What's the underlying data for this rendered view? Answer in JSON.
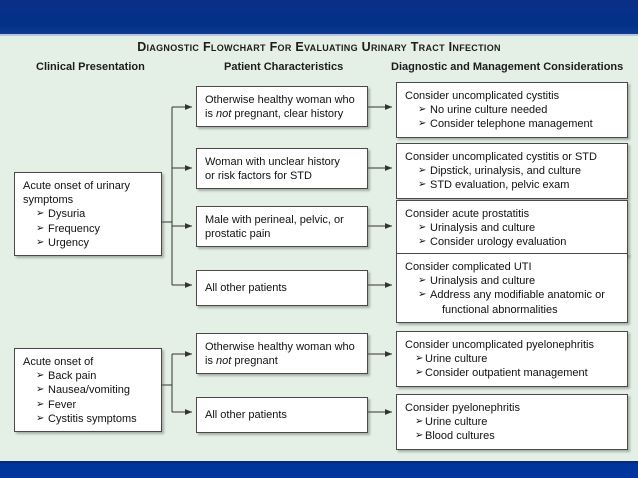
{
  "slide": {
    "title": "Diagnostic Flowchart For Evaluating Urinary Tract Infection",
    "background_color": "#e4efe6",
    "band_top_color": "#053089",
    "band_bottom_color": "#00359d"
  },
  "columns": [
    {
      "id": "clinical",
      "heading": "Clinical Presentation"
    },
    {
      "id": "patient",
      "heading": "Patient Characteristics"
    },
    {
      "id": "diagnostic",
      "heading": "Diagnostic and Management Considerations"
    }
  ],
  "clinical": [
    {
      "id": "acute-urinary",
      "header": "Acute onset of urinary symptoms",
      "items": [
        "Dysuria",
        "Frequency",
        "Urgency"
      ]
    },
    {
      "id": "acute-systemic",
      "header": "Acute onset of",
      "items": [
        "Back pain",
        "Nausea/vomiting",
        "Fever",
        "Cystitis symptoms"
      ]
    }
  ],
  "patient": [
    {
      "id": "healthy-woman-clear-history",
      "line1_pre": "Otherwise healthy woman who",
      "line2_pre": "is ",
      "line2_em": "not",
      "line2_post": " pregnant, clear history"
    },
    {
      "id": "woman-unclear-history",
      "line1_pre": "Woman with unclear history",
      "line2_pre": "or risk factors for STD",
      "line2_em": "",
      "line2_post": ""
    },
    {
      "id": "male-perineal-pain",
      "line1_pre": "Male with perineal, pelvic, or",
      "line2_pre": "prostatic pain",
      "line2_em": "",
      "line2_post": ""
    },
    {
      "id": "all-other-patients-1",
      "line1_pre": "All other patients",
      "line2_pre": "",
      "line2_em": "",
      "line2_post": ""
    },
    {
      "id": "healthy-woman-not-pregnant",
      "line1_pre": "Otherwise healthy woman who",
      "line2_pre": "is ",
      "line2_em": "not",
      "line2_post": " pregnant"
    },
    {
      "id": "all-other-patients-2",
      "line1_pre": "All other patients",
      "line2_pre": "",
      "line2_em": "",
      "line2_post": ""
    }
  ],
  "diagnostic": [
    {
      "id": "uncomplicated-cystitis",
      "header": "Consider uncomplicated cystitis",
      "items": [
        "No urine culture needed",
        "Consider telephone management"
      ]
    },
    {
      "id": "uncomplicated-cystitis-std",
      "header": "Consider uncomplicated cystitis or STD",
      "items": [
        "Dipstick, urinalysis, and culture",
        "STD evaluation, pelvic exam"
      ]
    },
    {
      "id": "acute-prostatitis",
      "header": "Consider acute prostatitis",
      "items": [
        "Urinalysis and culture",
        "Consider urology evaluation"
      ]
    },
    {
      "id": "complicated-uti",
      "header": "Consider complicated UTI",
      "items": [
        "Urinalysis and culture",
        "Address any modifiable anatomic or"
      ],
      "continuation": "functional abnormalities"
    },
    {
      "id": "uncomplicated-pyelonephritis",
      "header": "Consider uncomplicated pyelonephritis",
      "items": [
        "Urine culture",
        "Consider outpatient management"
      ]
    },
    {
      "id": "pyelonephritis",
      "header": "Consider pyelonephritis",
      "items": [
        "Urine culture",
        "Blood cultures"
      ]
    }
  ]
}
